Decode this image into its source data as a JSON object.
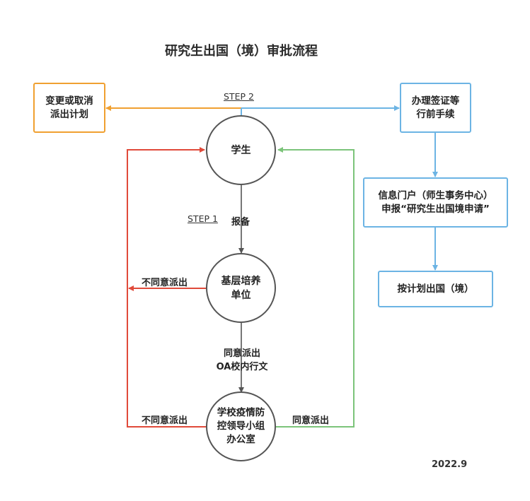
{
  "title": "研究生出国（境）审批流程",
  "nodes": {
    "student": "学生",
    "unit": "基层培养\n单位",
    "office": "学校疫情防\n控领导小组\n办公室",
    "cancel": "变更或取消\n派出计划",
    "visa": "办理签证等\n行前手续",
    "portal": "信息门户（师生事务中心）\n申报“研究生出国境申请”",
    "depart": "按计划出国（境）"
  },
  "edge_labels": {
    "step2": "STEP 2",
    "step1": "STEP 1",
    "report": "报备",
    "disagree_unit": "不同意派出",
    "agree_oa": "同意派出\nOA校内行文",
    "disagree_office": "不同意派出",
    "agree_office": "同意派出"
  },
  "footer": {
    "date": "2022.9"
  },
  "colors": {
    "orange": "#f0a030",
    "blue": "#6cb4e4",
    "red": "#e04a3a",
    "green": "#7cc47a",
    "gray": "#555555"
  }
}
